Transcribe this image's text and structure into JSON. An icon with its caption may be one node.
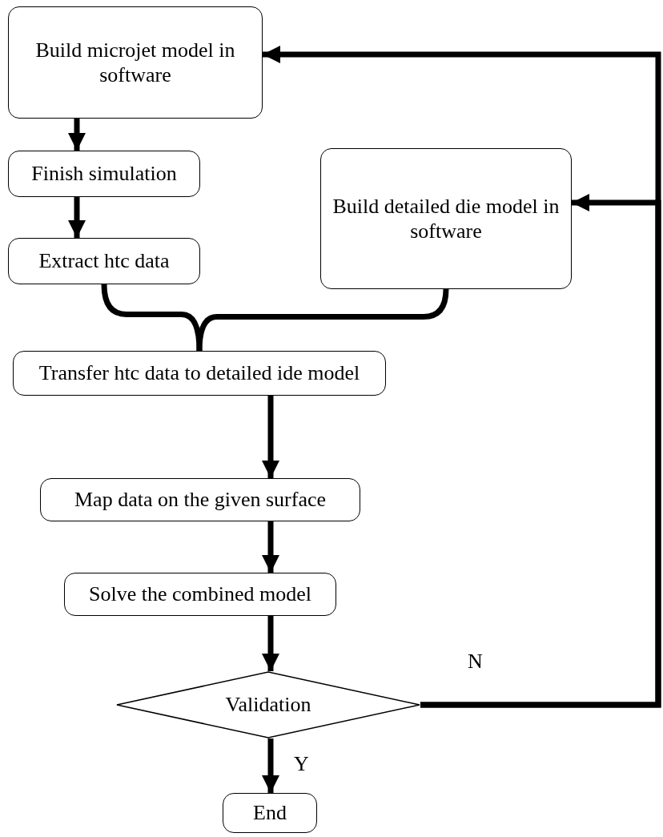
{
  "diagram": {
    "nodes": [
      {
        "text": [
          "Build microjet model in software"
        ]
      },
      {
        "text": [
          "Finish simulation"
        ]
      },
      {
        "text": [
          "Extract htc data"
        ]
      },
      {
        "text": [
          "Build detailed die model in software"
        ]
      },
      {
        "text": [
          "Transfer htc data to detailed ide model"
        ]
      },
      {
        "text": [
          "Map data on the given surface"
        ]
      },
      {
        "text": [
          "Solve the combined model"
        ]
      },
      {
        "text": [
          "Validation"
        ]
      },
      {
        "text": [
          "End"
        ]
      }
    ],
    "edges": [
      {
        "from": 0,
        "to": 1,
        "arrow": "to"
      },
      {
        "from": 1,
        "to": 2,
        "arrow": "to"
      },
      {
        "from": 2,
        "to": 4,
        "arrow": "none"
      },
      {
        "from": 3,
        "to": 4,
        "arrow": "none"
      },
      {
        "from": 4,
        "to": 5,
        "arrow": "to"
      },
      {
        "from": 5,
        "to": 6,
        "arrow": "to"
      },
      {
        "from": 6,
        "to": 7,
        "arrow": "to"
      },
      {
        "from": 7,
        "to": 8,
        "arrow": "to",
        "label": "Y"
      },
      {
        "from": 7,
        "to": 0,
        "arrow": "to",
        "label": "N"
      },
      {
        "from": 7,
        "to": 3,
        "arrow": "to"
      }
    ]
  }
}
